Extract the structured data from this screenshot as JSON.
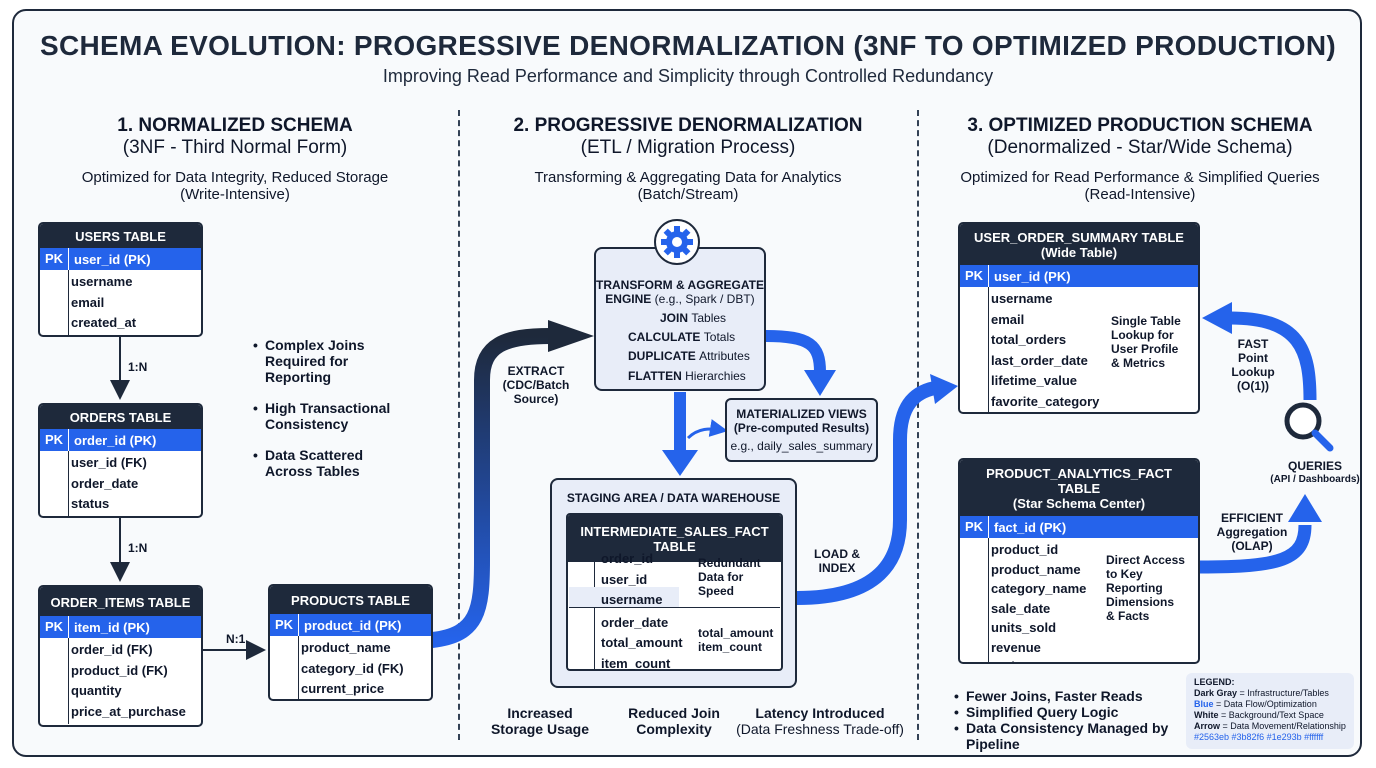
{
  "title": "SCHEMA EVOLUTION: PROGRESSIVE DENORMALIZATION (3NF TO OPTIMIZED PRODUCTION)",
  "subtitle": "Improving Read Performance and Simplicity through Controlled Redundancy",
  "sections": {
    "s1": {
      "heading": "1. NORMALIZED SCHEMA",
      "sub": "(3NF - Third Normal Form)",
      "desc1": "Optimized for Data Integrity, Reduced Storage",
      "desc2": "(Write-Intensive)"
    },
    "s2": {
      "heading": "2. PROGRESSIVE DENORMALIZATION",
      "sub": "(ETL / Migration Process)",
      "desc1": "Transforming & Aggregating Data for Analytics",
      "desc2": "(Batch/Stream)"
    },
    "s3": {
      "heading": "3. OPTIMIZED PRODUCTION SCHEMA",
      "sub": "(Denormalized - Star/Wide Schema)",
      "desc1": "Optimized for Read Performance & Simplified Queries",
      "desc2": "(Read-Intensive)"
    }
  },
  "tables": {
    "users": {
      "title": "USERS TABLE",
      "pk": "PK",
      "pk_col": "user_id (PK)",
      "rows": [
        "username",
        "email",
        "created_at"
      ]
    },
    "orders": {
      "title": "ORDERS TABLE",
      "pk": "PK",
      "pk_col": "order_id (PK)",
      "rows": [
        "user_id (FK)",
        "order_date",
        "status"
      ]
    },
    "order_items": {
      "title": "ORDER_ITEMS TABLE",
      "pk": "PK",
      "pk_col": "item_id (PK)",
      "rows": [
        "order_id (FK)",
        "product_id (FK)",
        "quantity",
        "price_at_purchase"
      ]
    },
    "products": {
      "title": "PRODUCTS TABLE",
      "pk": "PK",
      "pk_col": "product_id (PK)",
      "rows": [
        "product_name",
        "category_id (FK)",
        "current_price"
      ]
    },
    "user_summary": {
      "title": "USER_ORDER_SUMMARY TABLE",
      "title2": "(Wide Table)",
      "pk": "PK",
      "pk_col": "user_id (PK)",
      "rows": [
        "username",
        "email",
        "total_orders",
        "last_order_date",
        "lifetime_value",
        "favorite_category"
      ]
    },
    "product_fact": {
      "title": "PRODUCT_ANALYTICS_FACT TABLE",
      "title2": "(Star Schema Center)",
      "pk": "PK",
      "pk_col": "fact_id (PK)",
      "rows": [
        "product_id",
        "product_name",
        "category_name",
        "sale_date",
        "units_sold",
        "revenue",
        "region"
      ]
    }
  },
  "relations": {
    "r1": "1:N",
    "r2": "1:N",
    "r3": "N:1"
  },
  "s1_bullets": [
    "Complex Joins Required for Reporting",
    "High Transactional Consistency",
    "Data Scattered Across Tables"
  ],
  "extract_label": {
    "l1": "EXTRACT",
    "l2": "(CDC/Batch",
    "l3": "Source)"
  },
  "engine": {
    "title1": "TRANSFORM & AGGREGATE",
    "title2": "ENGINE",
    "title2b": "(e.g., Spark / DBT)",
    "steps": [
      {
        "k": "JOIN",
        "v": "Tables"
      },
      {
        "k": "CALCULATE",
        "v": "Totals"
      },
      {
        "k": "DUPLICATE",
        "v": "Attributes"
      },
      {
        "k": "FLATTEN",
        "v": "Hierarchies"
      }
    ]
  },
  "mat_views": {
    "title1": "MATERIALIZED VIEWS",
    "title2": "(Pre-computed Results)",
    "example": "e.g., daily_sales_summary"
  },
  "staging": {
    "title": "STAGING AREA / DATA WAREHOUSE",
    "fact_title": "INTERMEDIATE_SALES_FACT TABLE",
    "rows": [
      "order_id",
      "user_id",
      "username",
      "order_date",
      "total_amount",
      "item_count"
    ],
    "note1": [
      "Redundant",
      "Data for",
      "Speed"
    ],
    "note2": [
      "total_amount",
      "item_count"
    ]
  },
  "load_label": {
    "l1": "LOAD &",
    "l2": "INDEX"
  },
  "user_note": [
    "Single Table",
    "Lookup for",
    "User Profile",
    "& Metrics"
  ],
  "product_note": [
    "Direct Access",
    "to Key",
    "Reporting",
    "Dimensions",
    "& Facts"
  ],
  "fast_label": [
    "FAST",
    "Point",
    "Lookup",
    "(O(1))"
  ],
  "queries": {
    "l1": "QUERIES",
    "l2": "(API / Dashboards)"
  },
  "efficient_label": [
    "EFFICIENT",
    "Aggregation",
    "(OLAP)"
  ],
  "bottom": {
    "b1": [
      "Increased",
      "Storage Usage"
    ],
    "b2": [
      "Reduced Join",
      "Complexity"
    ],
    "b3": [
      "Latency Introduced",
      "(Data Freshness Trade-off)"
    ]
  },
  "s3_bullets": [
    "Fewer Joins, Faster Reads",
    "Simplified Query Logic",
    "Data Consistency Managed by Pipeline"
  ],
  "legend": {
    "title": "LEGEND:",
    "rows": [
      {
        "k": "Dark Gray",
        "v": "= Infrastructure/Tables"
      },
      {
        "k": "Blue",
        "v": "= Data Flow/Optimization"
      },
      {
        "k": "White",
        "v": "= Background/Text Space"
      },
      {
        "k": "Arrow",
        "v": "= Data Movement/Relationship"
      }
    ],
    "colors": "#2563eb #3b82f6 #1e293b #ffffff"
  },
  "colors": {
    "dark": "#1e293b",
    "blue": "#2563eb",
    "panel": "#e8edf8",
    "background": "#f8fafc"
  }
}
